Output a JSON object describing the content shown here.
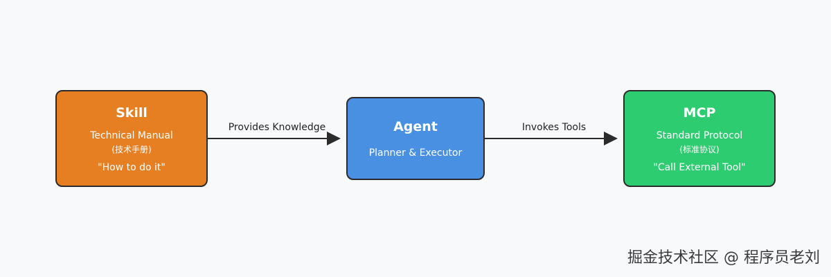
{
  "nodes": {
    "skill": {
      "title": "Skill",
      "line1": "Technical Manual",
      "line2": "(技术手册)",
      "line3": "\"How to do it\"",
      "color": "#e67e22"
    },
    "agent": {
      "title": "Agent",
      "line1": "Planner & Executor",
      "color": "#4a90e2"
    },
    "mcp": {
      "title": "MCP",
      "line1": "Standard Protocol",
      "line2": "(标准协议)",
      "line3": "\"Call External Tool\"",
      "color": "#2ecc71"
    }
  },
  "edges": {
    "skill_to_agent": "Provides Knowledge",
    "agent_to_mcp": "Invokes Tools"
  },
  "watermark": "掘金技术社区 @ 程序员老刘"
}
